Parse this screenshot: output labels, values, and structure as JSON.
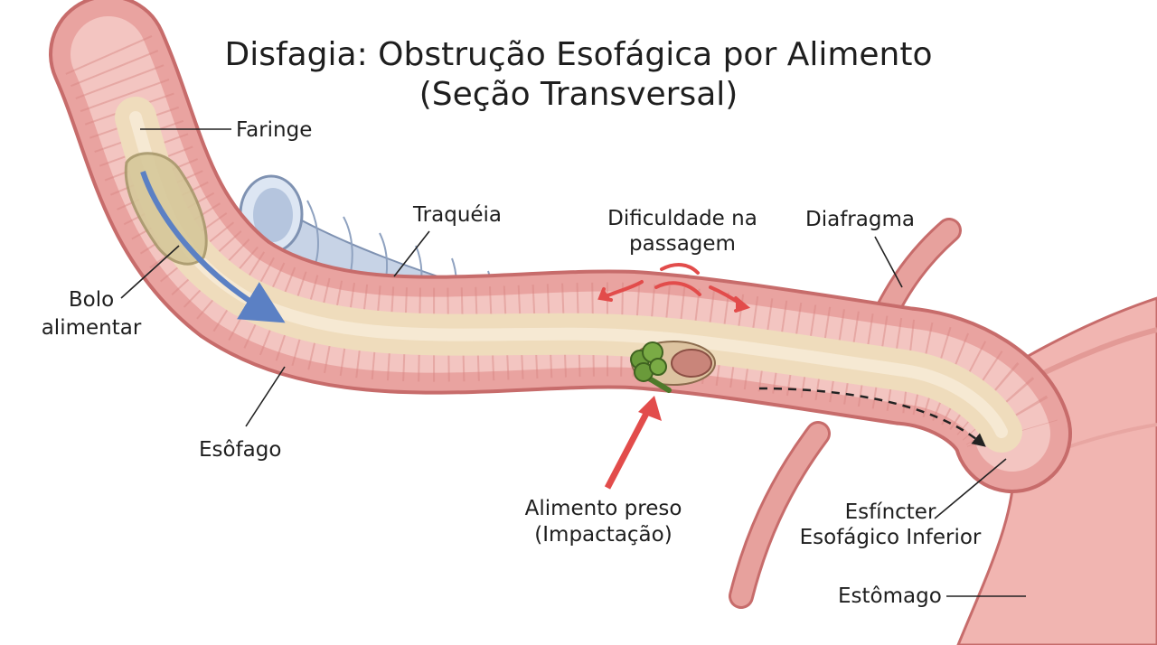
{
  "title": {
    "line1": "Disfagia: Obstrução Esofágica por Alimento",
    "line2": "(Seção Transversal)"
  },
  "labels": {
    "faringe": "Faringe",
    "traqueia": "Traquéia",
    "dificuldade_line1": "Dificuldade na",
    "dificuldade_line2": "passagem",
    "diafragma": "Diafragma",
    "bolo_line1": "Bolo",
    "bolo_line2": "alimentar",
    "esofago": "Esôfago",
    "alimento_line1": "Alimento preso",
    "alimento_line2": "(Impactação)",
    "esfincter_line1": "Esfíncter",
    "esfincter_line2": "Esofágico Inferior",
    "estomago": "Estômago"
  },
  "colors": {
    "tissue": "#e9a3a0",
    "tissue_dark": "#c76c6b",
    "lumen": "#efdcbc",
    "trachea": "#c7d3e6",
    "arrow_blue": "#5b80c4",
    "arrow_red": "#e24c4b",
    "food_green": "#6a9a3a",
    "food_meat": "#c9857a"
  },
  "icons": {
    "blue_arrow": "downward-flow-arrow",
    "red_arrow": "pointer-arrow",
    "dashed_arrow": "passage-direction-arrow",
    "food": "broccoli-and-meat-bolus"
  }
}
